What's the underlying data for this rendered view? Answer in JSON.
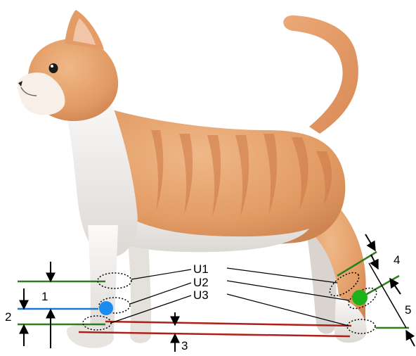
{
  "labels": {
    "u1": "U1",
    "u2": "U2",
    "u3": "U3",
    "d1": "1",
    "d2": "2",
    "d3": "3",
    "d4": "4",
    "d5": "5"
  },
  "colors": {
    "green_line": "#2e7d1e",
    "blue_line": "#1e78d2",
    "red_line": "#b0201a",
    "blue_dot": "#1a8cf0",
    "green_dot": "#1bb21b",
    "cat_orange": "#e6a06a",
    "cat_stripe": "#d07a45",
    "cat_white": "#f4f1ee"
  }
}
